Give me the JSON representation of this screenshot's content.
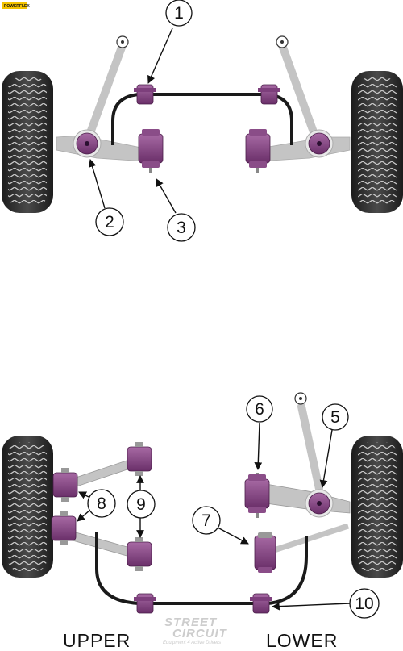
{
  "brand_tag": "POWERFLEX",
  "callouts": [
    "1",
    "2",
    "3",
    "5",
    "6",
    "7",
    "8",
    "9",
    "10"
  ],
  "labels": {
    "upper": "UPPER",
    "lower": "LOWER"
  },
  "watermark": {
    "line1": "STREET",
    "line2": "CIRCUIT",
    "tagline": "Equipment 4 Active Drivers"
  },
  "colors": {
    "bush": "#7d3f7c",
    "bush_light": "#a76aa4",
    "tyre": "#2a2a2a",
    "arm": "#c4c4c4",
    "bar": "#1a1a1a"
  }
}
